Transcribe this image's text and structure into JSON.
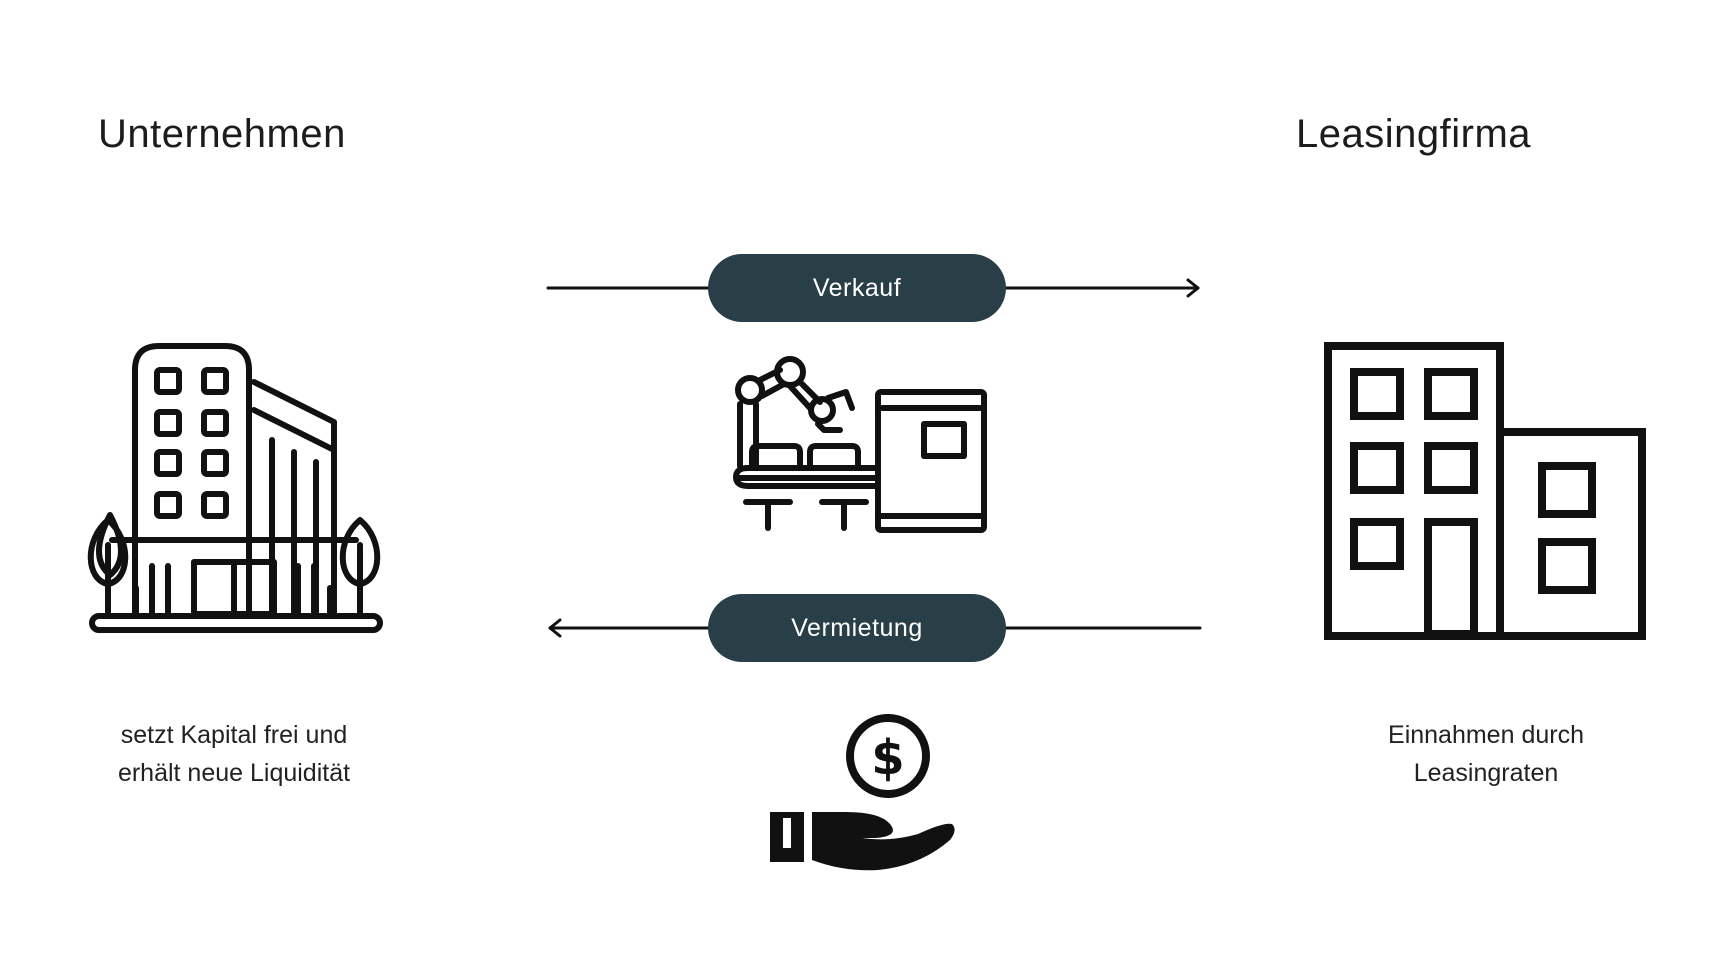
{
  "left": {
    "title": "Unternehmen",
    "caption_line1": "setzt Kapital frei und",
    "caption_line2": "erhält neue Liquidität",
    "icon": "office-building-with-trees-icon"
  },
  "right": {
    "title": "Leasingfirma",
    "caption_line1": "Einnahmen durch",
    "caption_line2": "Leasingraten",
    "icon": "building-icon"
  },
  "flows": {
    "top_label": "Verkauf",
    "bottom_label": "Vermietung"
  },
  "center_icons": {
    "top": "robot-arm-production-line-icon",
    "bottom": "hand-holding-dollar-coin-icon"
  },
  "colors": {
    "pill": "#283f47",
    "pill_text": "#ffffff",
    "stroke": "#111111"
  }
}
